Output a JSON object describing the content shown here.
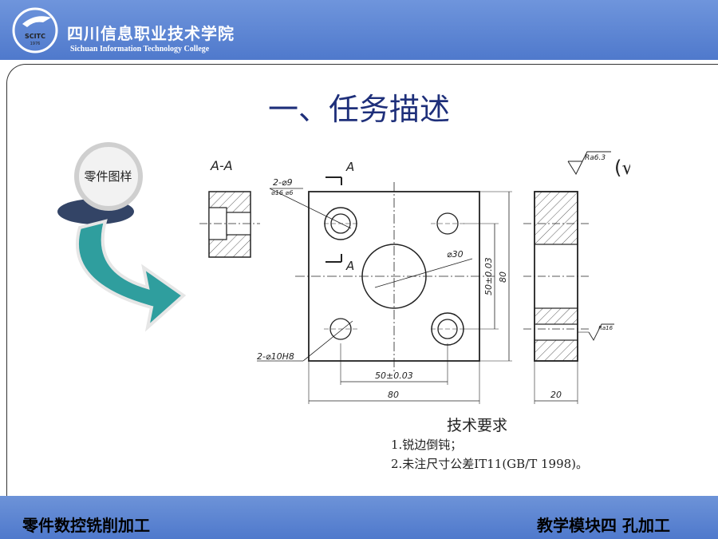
{
  "header": {
    "logo_text": "SCITC",
    "logo_year": "1976",
    "college_cn": "四川信息职业技术学院",
    "college_en": "Sichuan Information Technology College"
  },
  "title": "一、任务描述",
  "badge": {
    "label": "零件图样"
  },
  "drawing": {
    "section_label": "A-A",
    "cut_mark_top": "A",
    "cut_mark_bottom": "A",
    "hole_count_label": "2-⌀9",
    "counterbore_label": "⌀16 ⌀6",
    "big_hole_label": "⌀30",
    "hole_fit_label": "2-⌀10H8",
    "dim_inner_h": "50±0.03",
    "dim_outer_h": "80",
    "dim_inner_v": "50±0.03",
    "dim_outer_v": "80",
    "dim_side_w": "20",
    "roughness_main": "Ra6.3",
    "roughness_rest": "(√)",
    "roughness_hole": "Ra16"
  },
  "requirements": {
    "title": "技术要求",
    "items": [
      "1.锐边倒钝；",
      "2.未注尺寸公差IT11(GB/T 1998)。"
    ]
  },
  "footer": {
    "left": "零件数控铣削加工",
    "right": "教学模块四  孔加工"
  }
}
